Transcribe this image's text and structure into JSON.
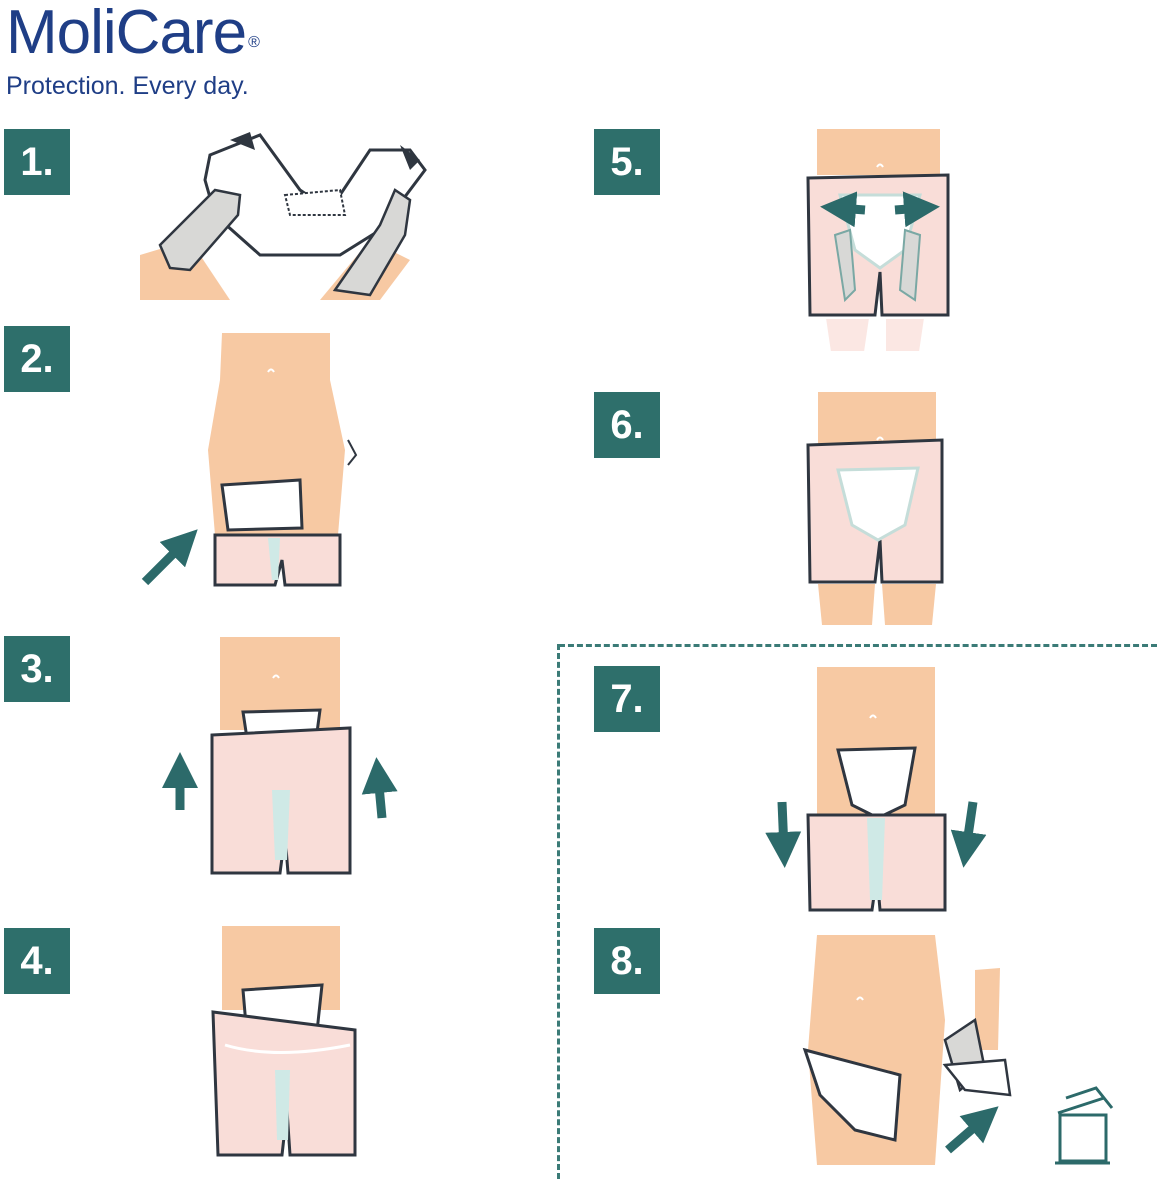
{
  "brand": {
    "name": "MoliCare",
    "reg": "®",
    "tagline": "Protection. Every day."
  },
  "steps": [
    {
      "label": "1.",
      "icon": "pad-preparation-gloved-hands-icon"
    },
    {
      "label": "2.",
      "icon": "insert-pad-into-pants-icon"
    },
    {
      "label": "3.",
      "icon": "pull-up-pants-icon"
    },
    {
      "label": "4.",
      "icon": "pad-in-position-icon"
    },
    {
      "label": "5.",
      "icon": "adjust-pad-sides-icon"
    },
    {
      "label": "6.",
      "icon": "pad-fitted-icon"
    },
    {
      "label": "7.",
      "icon": "pull-down-pants-icon"
    },
    {
      "label": "8.",
      "icon": "remove-and-dispose-pad-icon"
    }
  ],
  "colors": {
    "brand_blue": "#1f3e86",
    "badge_teal": "#2e6f6b",
    "skin": "#f7c9a3",
    "pants": "#f9ddd8",
    "outline": "#2f3640",
    "arrow_teal": "#2c6a6a"
  }
}
